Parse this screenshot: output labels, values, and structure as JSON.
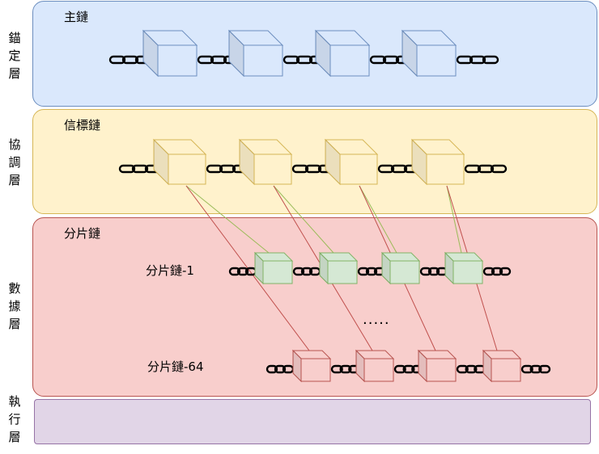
{
  "layers": {
    "anchor": {
      "label": "錨定層",
      "chain_title": "主鏈"
    },
    "coordination": {
      "label": "協調層",
      "chain_title": "信標鏈"
    },
    "data": {
      "label": "數據層",
      "chain_title": "分片鏈",
      "shard_first": "分片鏈-1",
      "shard_last": "分片鏈-64",
      "ellipsis": "....."
    },
    "execution": {
      "label": "執行層"
    }
  },
  "colors": {
    "blue_fill": "#dae8fc",
    "blue_stroke": "#6c8ebf",
    "yellow_fill": "#fff2cc",
    "yellow_stroke": "#d6b656",
    "red_fill": "#f8cecc",
    "red_stroke": "#b85450",
    "green_fill": "#d5e8d4",
    "green_stroke": "#82b366",
    "purple_fill": "#e1d5e7",
    "purple_stroke": "#9673a6"
  }
}
